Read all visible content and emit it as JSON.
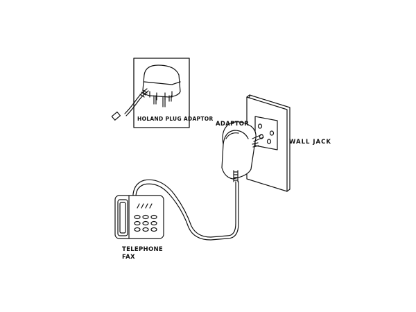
{
  "diagram": {
    "labels": {
      "inset": "HOLAND PLUG ADAPTOR",
      "adaptor": "ADAPTOR",
      "wall_jack": "WALL JACK",
      "telephone": "TELEPHONE",
      "fax": "FAX"
    },
    "colors": {
      "line": "#111111",
      "background": "#ffffff"
    }
  }
}
